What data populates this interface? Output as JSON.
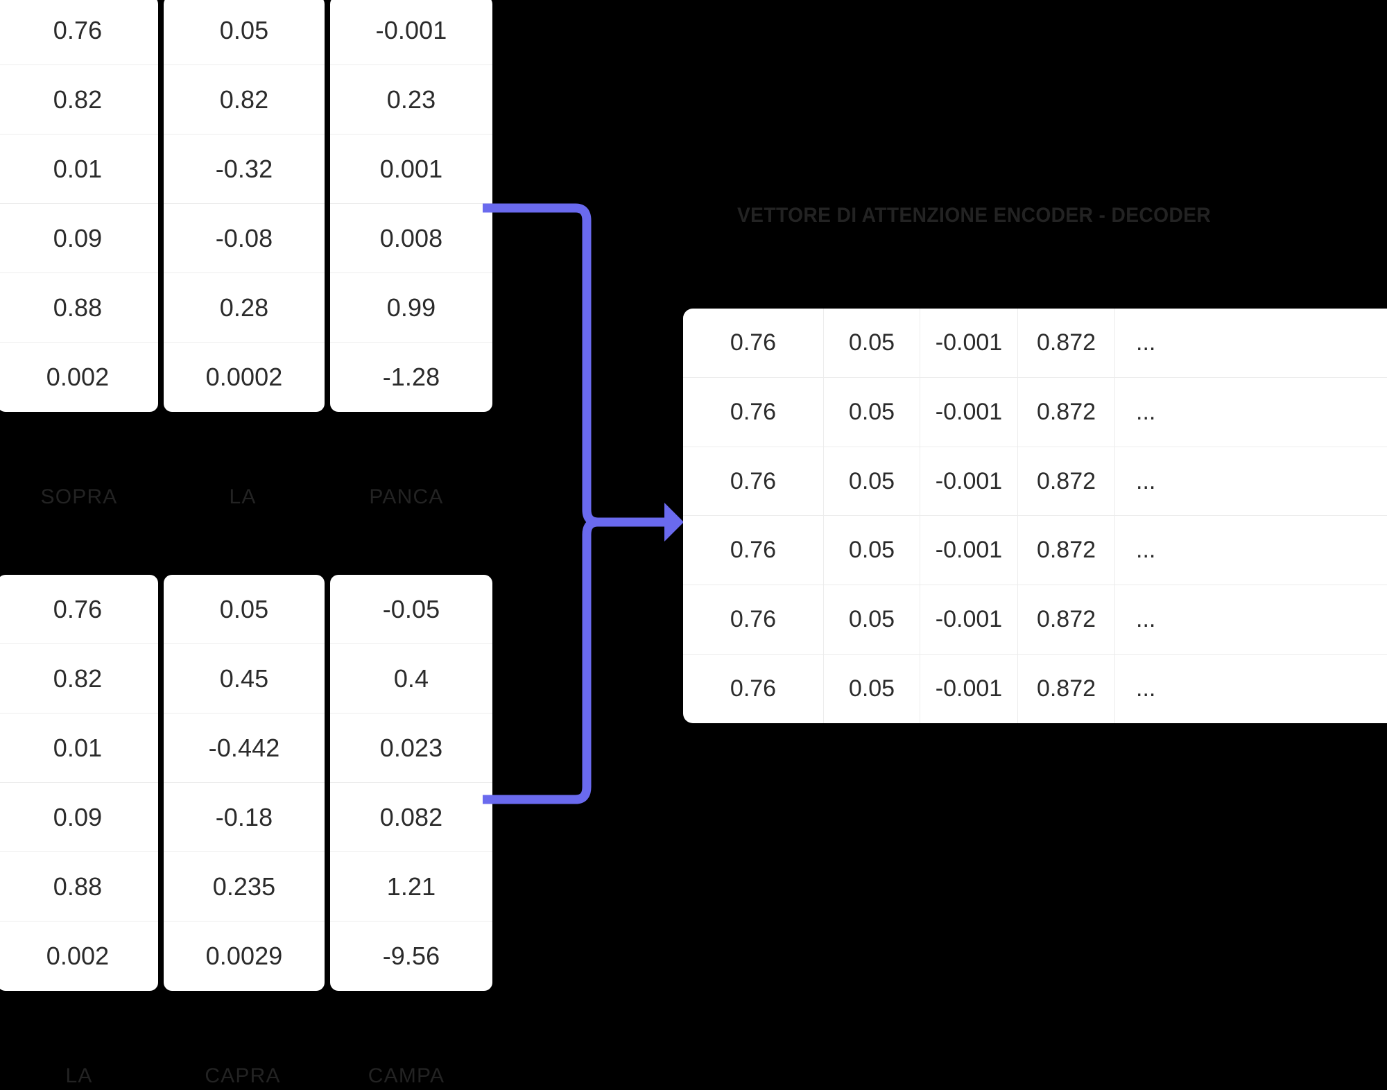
{
  "theme": {
    "background": "#000000",
    "card_background": "#FFFFFF",
    "text_color": "#2b2b2b",
    "label_color": "#232323",
    "grid_line": "#ececec",
    "accent_arrow": "#6a6aee"
  },
  "encoder_group": {
    "name": "encoder-vectors",
    "words": [
      "SOPRA",
      "LA",
      "PANCA"
    ],
    "columns": [
      {
        "word": "SOPRA",
        "values": [
          "0.76",
          "0.82",
          "0.01",
          "0.09",
          "0.88",
          "0.002"
        ]
      },
      {
        "word": "LA",
        "values": [
          "0.05",
          "0.82",
          "-0.32",
          "-0.08",
          "0.28",
          "0.0002"
        ]
      },
      {
        "word": "PANCA",
        "values": [
          "-0.001",
          "0.23",
          "0.001",
          "0.008",
          "0.99",
          "-1.28"
        ]
      }
    ]
  },
  "decoder_group": {
    "name": "decoder-vectors",
    "words": [
      "LA",
      "CAPRA",
      "CAMPA"
    ],
    "columns": [
      {
        "word": "LA",
        "values": [
          "0.76",
          "0.82",
          "0.01",
          "0.09",
          "0.88",
          "0.002"
        ]
      },
      {
        "word": "CAPRA",
        "values": [
          "0.05",
          "0.45",
          "-0.442",
          "-0.18",
          "0.235",
          "0.0029"
        ]
      },
      {
        "word": "CAMPA",
        "values": [
          "-0.05",
          "0.4",
          "0.023",
          "0.082",
          "1.21",
          "-9.56"
        ]
      }
    ]
  },
  "attention": {
    "title": "VETTORE DI ATTENZIONE ENCODER - DECODER",
    "rows": [
      [
        "0.76",
        "0.05",
        "-0.001",
        "0.872",
        "..."
      ],
      [
        "0.76",
        "0.05",
        "-0.001",
        "0.872",
        "..."
      ],
      [
        "0.76",
        "0.05",
        "-0.001",
        "0.872",
        "..."
      ],
      [
        "0.76",
        "0.05",
        "-0.001",
        "0.872",
        "..."
      ],
      [
        "0.76",
        "0.05",
        "-0.001",
        "0.872",
        "..."
      ],
      [
        "0.76",
        "0.05",
        "-0.001",
        "0.872",
        "..."
      ]
    ]
  },
  "connector": {
    "name": "merge-arrow",
    "color": "#6a6aee",
    "description": "two branches merging into one arrow pointing right"
  }
}
